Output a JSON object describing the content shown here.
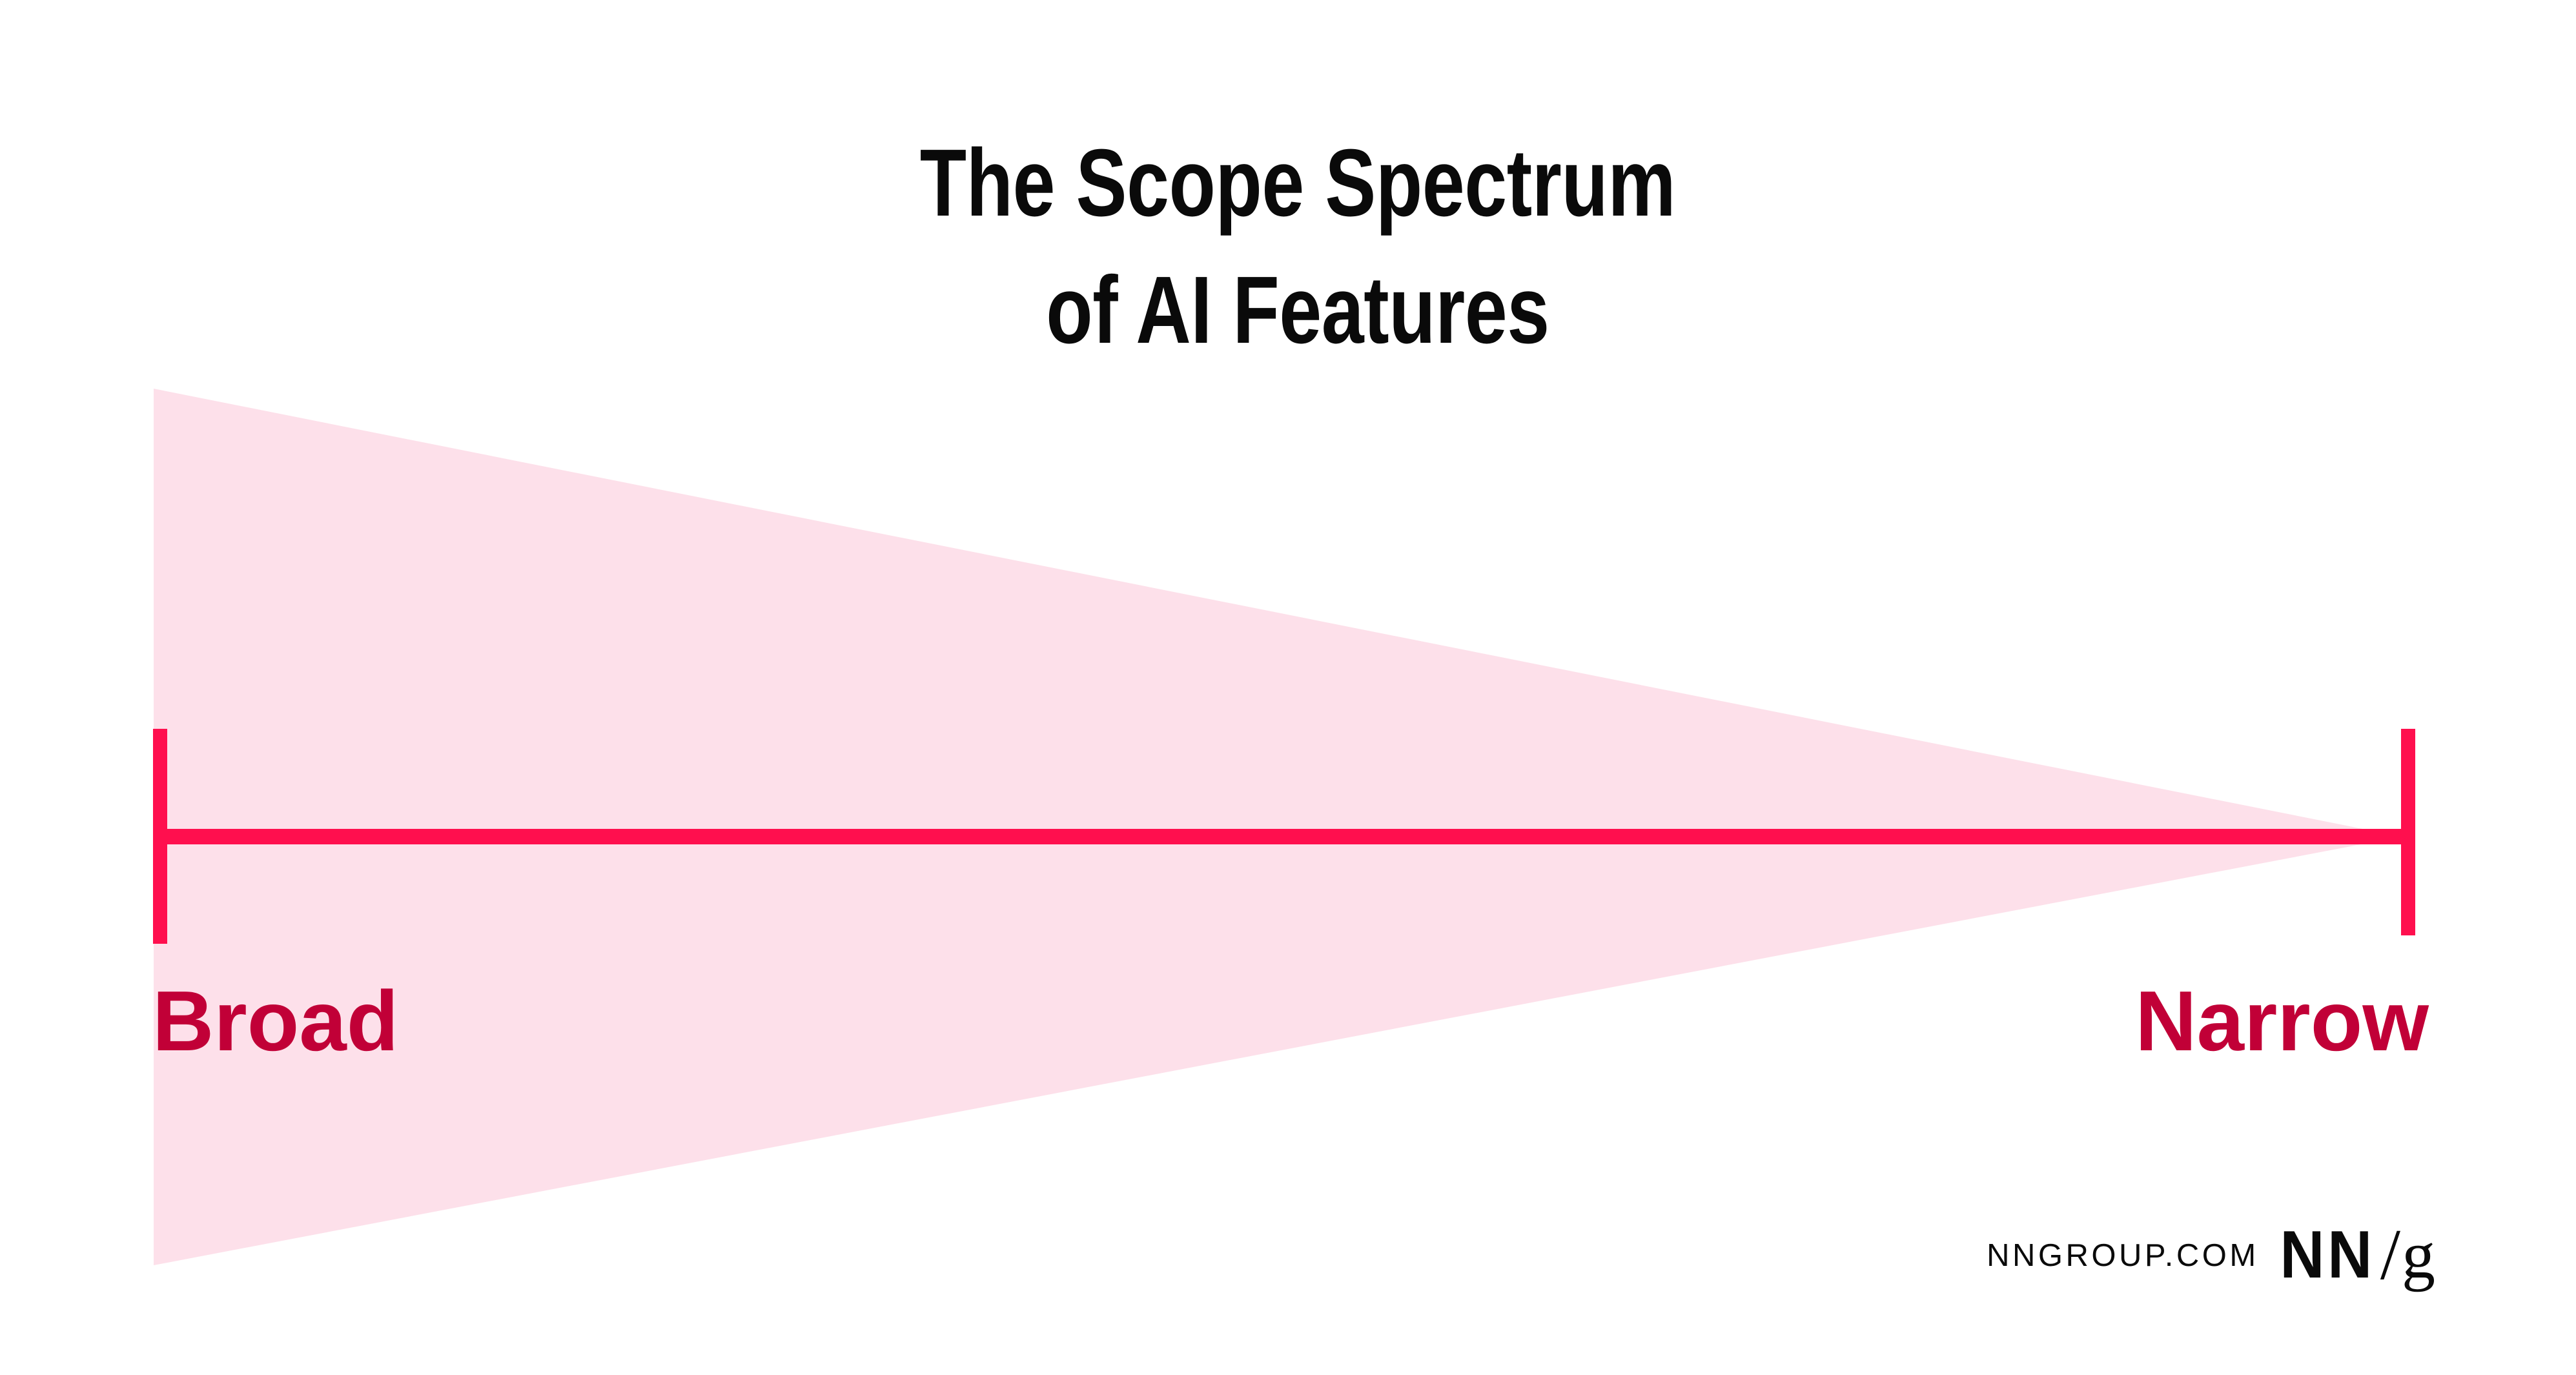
{
  "title": {
    "line1": "The Scope Spectrum",
    "line2": "of AI Features"
  },
  "labels": {
    "left": "Broad",
    "right": "Narrow"
  },
  "footer": {
    "url": "NNGROUP.COM",
    "logo_nn": "NN",
    "logo_slash": "/",
    "logo_g": "g"
  },
  "colors": {
    "accent": "#ff0f4e",
    "accent_dark": "#c10037",
    "fill": "#fde0ea",
    "text": "#0a0a0a",
    "background": "#ffffff"
  },
  "chart_data": {
    "type": "area",
    "title": "The Scope Spectrum of AI Features",
    "subtitle": "",
    "xlabel": "",
    "ylabel": "",
    "orientation": "horizontal",
    "description": "A horizontal axis with end caps, overlaid by a wedge/triangle that is widest at the left (Broad) end and tapers to a point at the right (Narrow) end, representing decreasing scope.",
    "axis": {
      "left_tick_label": "Broad",
      "right_tick_label": "Narrow",
      "line_color": "#ff0f4e",
      "tick_color": "#ff0f4e",
      "grid": false,
      "legend": "none"
    },
    "x": [
      0,
      100
    ],
    "series": [
      {
        "name": "Scope",
        "values": [
          100,
          0
        ],
        "fill_color": "#fde0ea",
        "note": "Wedge width: 100% at Broad end, tapering to 0% at Narrow end"
      }
    ],
    "annotations": [
      {
        "x": 0,
        "text": "Broad"
      },
      {
        "x": 100,
        "text": "Narrow"
      }
    ]
  }
}
